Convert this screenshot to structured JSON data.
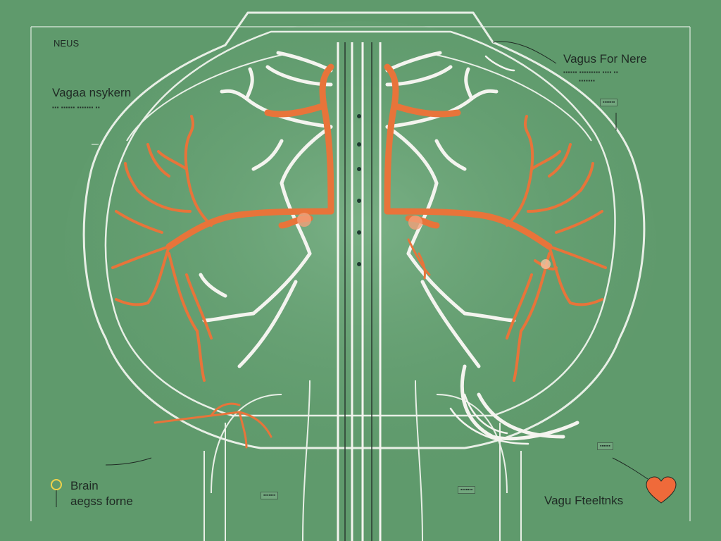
{
  "labels": {
    "top_left": "NEUS",
    "left_title": "Vagaa nsykern",
    "left_sub": "▪▪▪ ▪▪▪▪▪▪ ▪▪▪▪▪▪▪ ▪▪",
    "right_title": "Vagus For Nere",
    "right_sub1": "▪▪▪▪▪▪ ▪▪▪▪▪▪▪▪▪ ▪▪▪▪ ▪▪",
    "right_sub2": "▪▪▪▪▪▪▪",
    "right_box": "▪▪▪▪▪▪▪",
    "bottom_left_title": "Brain",
    "bottom_left_sub": "aegss forne",
    "bottom_right": "Vagu Fteeltnks",
    "center_box1": "▪▪▪▪▪▪▪",
    "center_box2": "▪▪▪▪▪▪▪",
    "right_lower_box": "▪▪▪▪▪▪"
  },
  "colors": {
    "background": "#5f9a6c",
    "nerve_orange": "#e8743a",
    "nerve_white": "#f4f4ef",
    "heart": "#ef6a3a"
  },
  "icons": [
    "pin-icon",
    "heart-icon"
  ]
}
